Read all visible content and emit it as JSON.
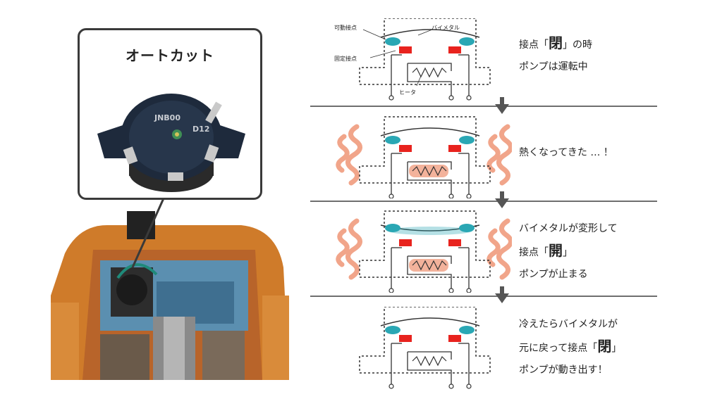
{
  "callout": {
    "title": "オートカット",
    "cap_text_1": "JNB00",
    "cap_text_2": "D12"
  },
  "labels": {
    "movable_contact": "可動接点",
    "bimetal": "バイメタル",
    "fixed_contact": "固定接点",
    "heater": "ヒータ"
  },
  "stages": [
    {
      "lines": [
        "接点「",
        "閉",
        "」の時"
      ],
      "line2": "ポンプは運転中"
    },
    {
      "line1": "熱くなってきた … ！"
    },
    {
      "line1": "バイメタルが変形して",
      "line2a": "接点「",
      "line2b": "開",
      "line2c": "」",
      "line3": "ポンプが止まる"
    },
    {
      "line1": "冷えたらバイメタルが",
      "line2a": "元に戻って接点「",
      "line2b": "閉",
      "line2c": "」",
      "line3": "ポンプが動き出す！"
    }
  ],
  "colors": {
    "contact_red": "#e8231e",
    "contact_teal": "#2aa7b4",
    "heat": "#f1a58a",
    "pump_orange": "#cf7b2a",
    "pump_blue": "#5b8fb0"
  }
}
